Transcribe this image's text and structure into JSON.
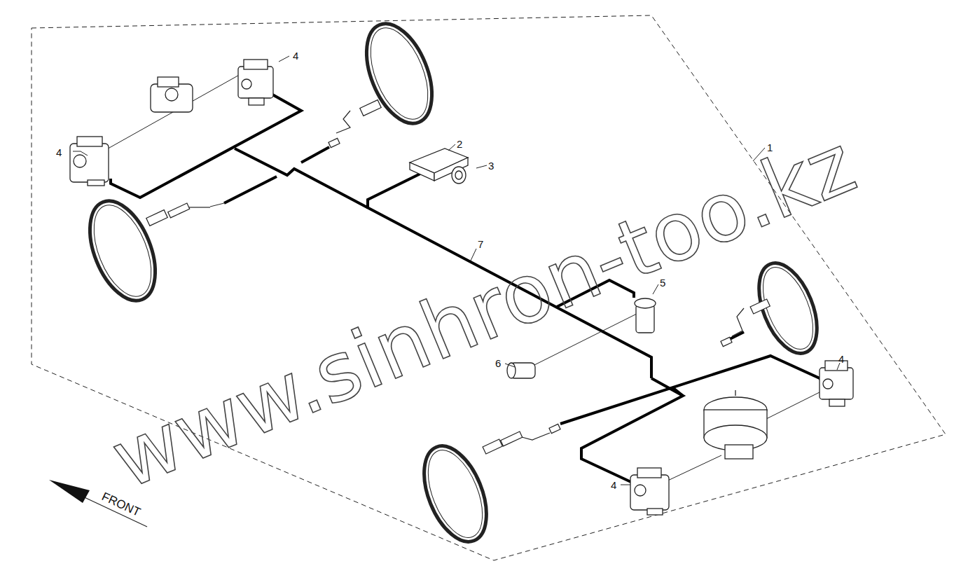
{
  "diagram": {
    "labels": [
      "4",
      "4",
      "2",
      "3",
      "1",
      "7",
      "5",
      "6",
      "4",
      "4",
      "FRONT",
      "www.sinhron-too.kz"
    ]
  }
}
